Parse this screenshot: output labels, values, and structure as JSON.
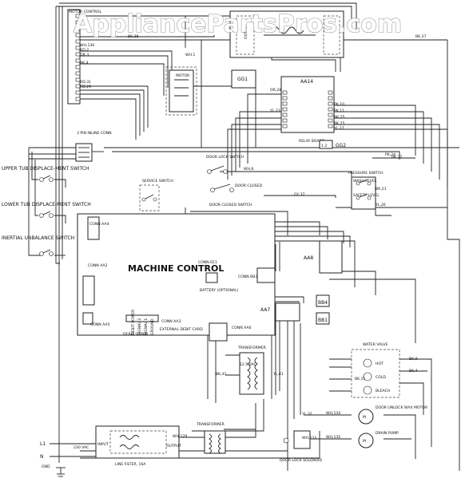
{
  "watermark": "AppliancePartsPros.com",
  "components": {
    "motor_control": "MOTOR CONTROL",
    "drive_motor": "MOTOR",
    "gg1": "GG1",
    "aa14": "AA14",
    "relay_board": "RELAY BOARD",
    "gg2": "GG2",
    "pin_inline": "3 PIN INLINE CONN",
    "upper_tub": "UPPER TUB DISPLACE-MENT SWITCH",
    "lower_tub": "LOWER TUB DISPLACE-MENT SWITCH",
    "inertial": "INERTIAL UNBALANCE SWITCH",
    "door_lock_switch": "DOOR LOCK SWITCH",
    "door_closed_switch": "DOOR CLOSED SWITCH",
    "pressure_switch": "PRESSURE SWITCH",
    "service_switch": "SERVICE SWITCH",
    "conn_aa4": "CONN AA4",
    "conn_aa2": "CONN AA2",
    "conn_aa5": "CONN AA5",
    "conn_aa1": "CONN AA1",
    "conn_ee1": "CONN EE1",
    "battery": "BATTERY (OPTIONAL)",
    "machine_control": "MACHINE CONTROL",
    "conn_bb3": "CONN BB3",
    "aa8": "AA8",
    "bb4": "BB4",
    "bb1": "BB1",
    "aa7": "AA7",
    "conn_aa3": "CONN AA3",
    "external_debit": "EXTERNAL DEBIT CARD",
    "conn_aa6": "CONN AA6",
    "transformer1": "TRANSFORMER",
    "transformer2": "TRANSFORMER",
    "water_valve": "WATER VALVE",
    "door_unlock": "DOOR UNLOCK WAX MOTOR",
    "drain_pump": "DRAIN PUMP",
    "door_lock_solenoid": "DOOR LOCK SOLENOID",
    "line_filter": "LINE FILTER, 16A",
    "l1": "L1",
    "n": "N",
    "gnd": "GND",
    "vac": "230 VAC",
    "output": "OUTPUT",
    "input": "INPUT",
    "sec": "12.5 VAC"
  },
  "wire_labels": [
    "BK,38",
    "BK,37",
    "WH,1",
    "WH,136",
    "RD,2",
    "OR,3",
    "BK,4",
    "RD,31",
    "RD,29",
    "OR,28",
    "YL,23",
    "PK,10",
    "PK,11",
    "BK,25",
    "BK,25",
    "YL,27",
    "PK,24",
    "BK,22",
    "GY,37",
    "WH,6",
    "BR,21",
    "YL,26",
    "WH,134",
    "WH,135",
    "BK,9",
    "BK,4",
    "YL,32",
    "WH,133",
    "YL,41",
    "BK,41",
    "WH,129",
    "BK,11"
  ],
  "pressure_labels": [
    "WASH LEVEL",
    "SAFETY LEVEL"
  ],
  "valve_labels": [
    "HOT",
    "COLD",
    "BLEACH"
  ],
  "door_labels": [
    "DOOR CLOSED"
  ],
  "aa3_labels": [
    "DEBIT SIGNAL",
    "DEBIT POWER",
    "SIGNAL 2",
    "SIGNAL 1",
    "GROUND"
  ],
  "colors": {
    "wire": "#222222",
    "watermark_fill": "#ffffff",
    "watermark_stroke": "#8a8a8a",
    "background": "#ffffff"
  }
}
